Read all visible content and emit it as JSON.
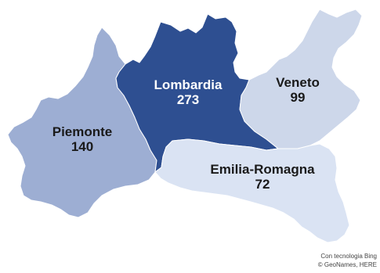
{
  "regions": [
    {
      "id": "lombardia",
      "name": "Lombardia",
      "value": "273",
      "color": "#2e4f91"
    },
    {
      "id": "veneto",
      "name": "Veneto",
      "value": "99",
      "color": "#cdd7ea"
    },
    {
      "id": "piemonte",
      "name": "Piemonte",
      "value": "140",
      "color": "#9daed3"
    },
    {
      "id": "emilia-romagna",
      "name": "Emilia-Romagna",
      "value": "72",
      "color": "#dae3f3"
    }
  ],
  "attribution": {
    "line1": "Con tecnologia Bing",
    "line2": "© GeoNames, HERE"
  }
}
